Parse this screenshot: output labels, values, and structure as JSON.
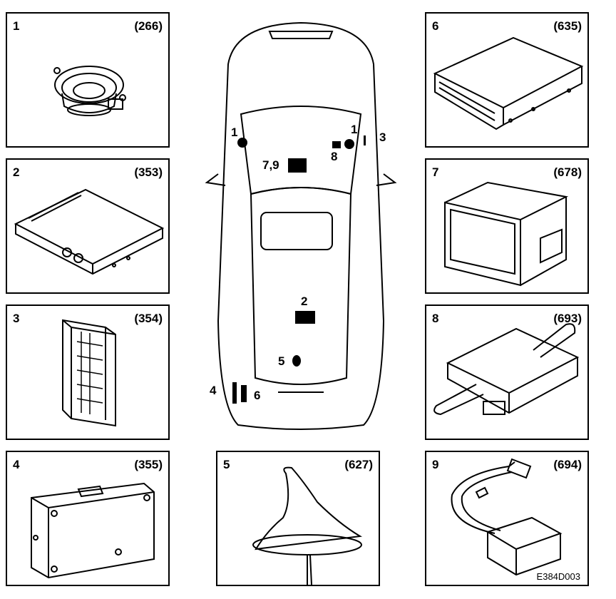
{
  "panels": [
    {
      "num": "1",
      "code": "(266)",
      "icon": "speaker-icon"
    },
    {
      "num": "2",
      "code": "(353)",
      "icon": "amplifier-box-icon"
    },
    {
      "num": "3",
      "code": "(354)",
      "icon": "module-upright-icon"
    },
    {
      "num": "4",
      "code": "(355)",
      "icon": "control-box-icon"
    },
    {
      "num": "5",
      "code": "(627)",
      "icon": "shark-fin-antenna-icon"
    },
    {
      "num": "6",
      "code": "(635)",
      "icon": "cd-changer-icon"
    },
    {
      "num": "7",
      "code": "(678)",
      "icon": "display-unit-icon"
    },
    {
      "num": "8",
      "code": "(693)",
      "icon": "bracket-module-icon"
    },
    {
      "num": "9",
      "code": "(694)",
      "icon": "wired-module-icon"
    }
  ],
  "car_labels": {
    "l1a": "1",
    "l1b": "1",
    "l3": "3",
    "l79": "7,9",
    "l8": "8",
    "l2": "2",
    "l5": "5",
    "l4": "4",
    "l6": "6"
  },
  "reference": "E384D003"
}
